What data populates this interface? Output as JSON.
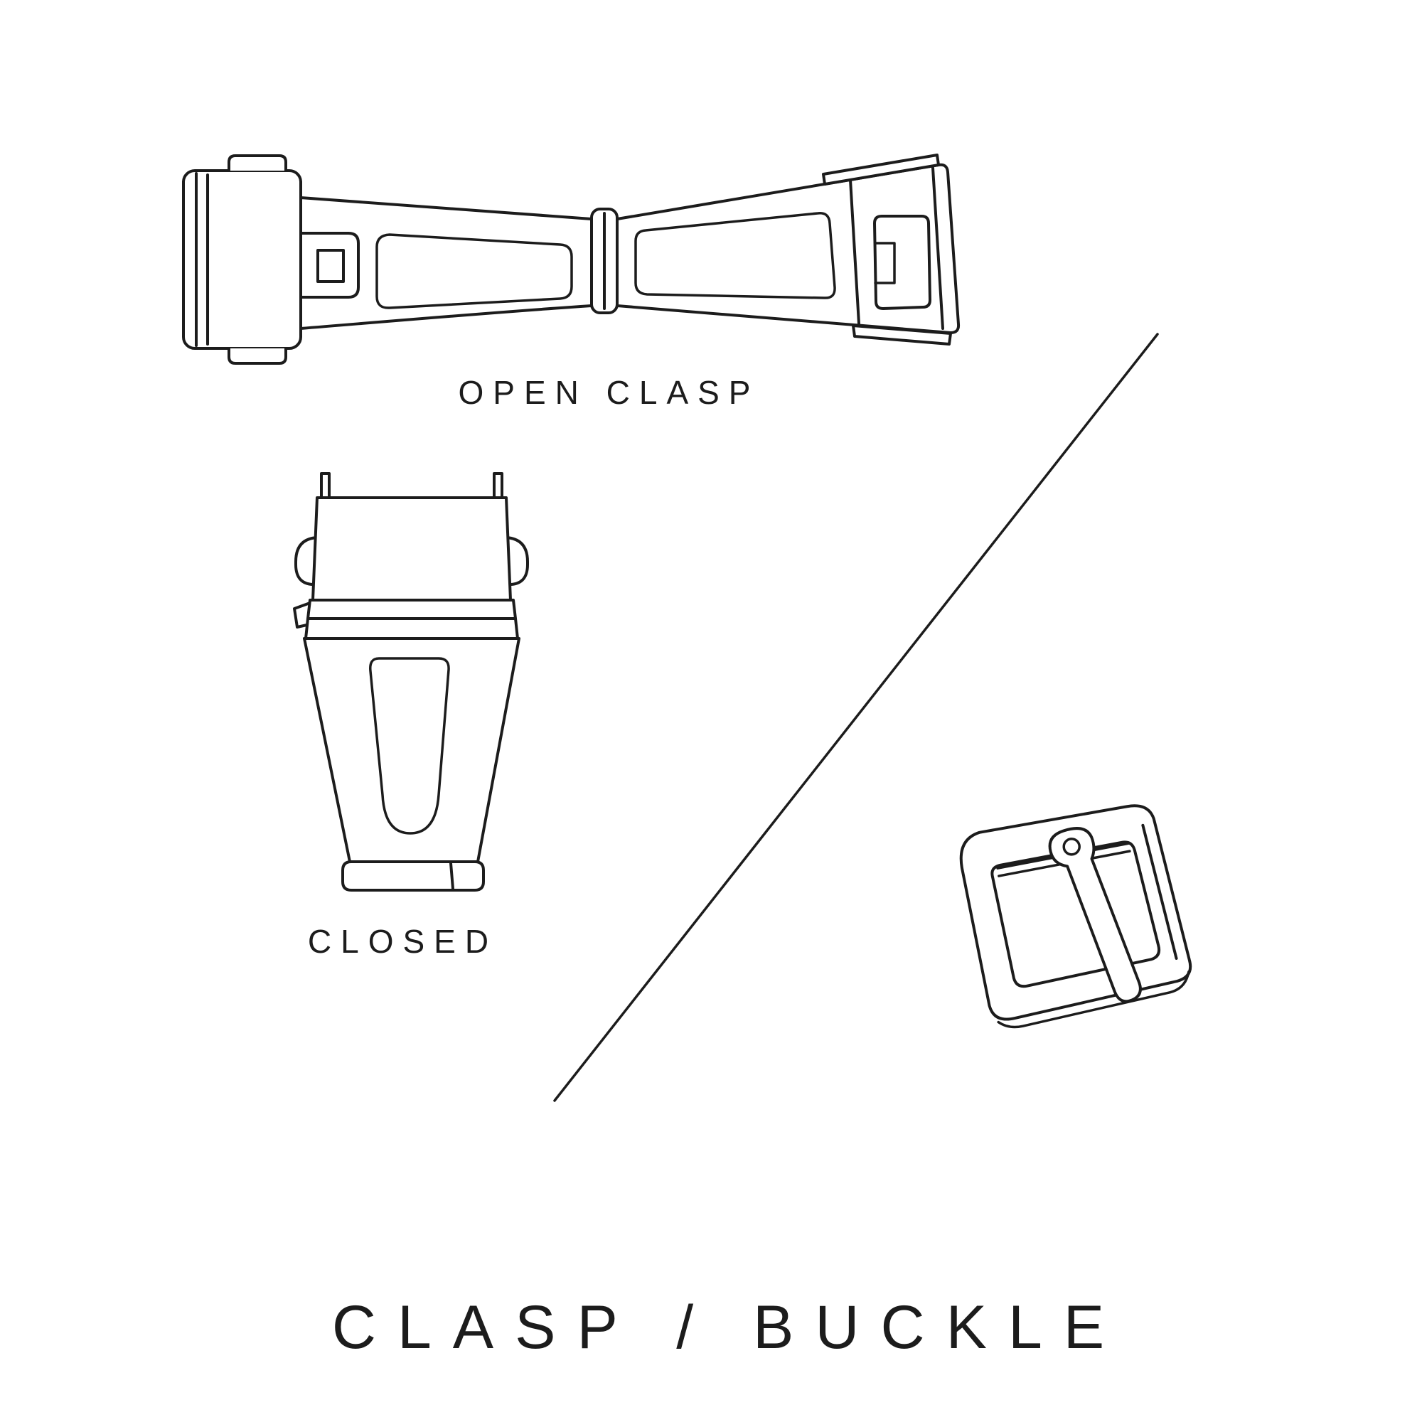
{
  "page": {
    "background_color": "#ffffff",
    "ink_color": "#1c1c1c"
  },
  "labels": {
    "open_clasp": "OPEN CLASP",
    "closed": "CLOSED",
    "title": "CLASP / BUCKLE"
  },
  "figures": [
    {
      "name": "open-clasp",
      "caption": "OPEN CLASP",
      "position": "top"
    },
    {
      "name": "closed-clasp",
      "caption": "CLOSED",
      "position": "middle-left"
    },
    {
      "name": "pin-buckle",
      "caption": "",
      "position": "middle-right"
    }
  ]
}
